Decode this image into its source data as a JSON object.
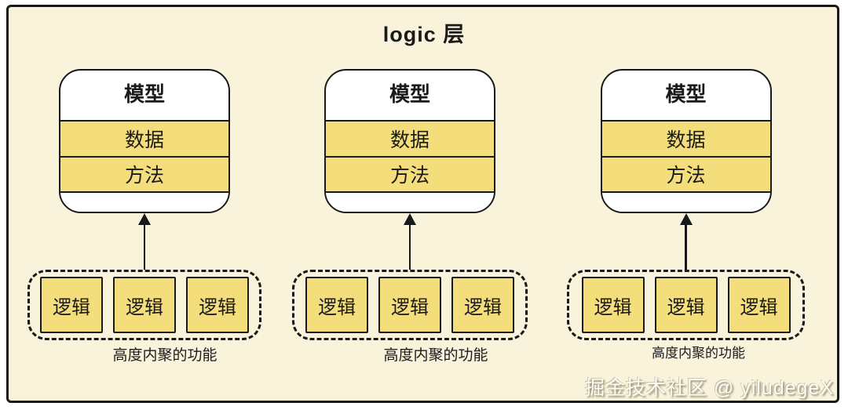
{
  "title": "logic 层",
  "colors": {
    "canvas_background": "#FAF3DB",
    "box_yellow": "#F4DE7B",
    "line_black": "#191919",
    "card_white": "#FFFFFF"
  },
  "groups": [
    {
      "model_title": "模型",
      "rows": [
        "数据",
        "方法"
      ],
      "logic_items": [
        "逻辑",
        "逻辑",
        "逻辑"
      ],
      "caption": "高度内聚的功能"
    },
    {
      "model_title": "模型",
      "rows": [
        "数据",
        "方法"
      ],
      "logic_items": [
        "逻辑",
        "逻辑",
        "逻辑"
      ],
      "caption": "高度内聚的功能"
    },
    {
      "model_title": "模型",
      "rows": [
        "数据",
        "方法"
      ],
      "logic_items": [
        "逻辑",
        "逻辑",
        "逻辑"
      ],
      "caption": "高度内聚的功能"
    }
  ],
  "watermark": "掘金技术社区 @ yiludegeX"
}
